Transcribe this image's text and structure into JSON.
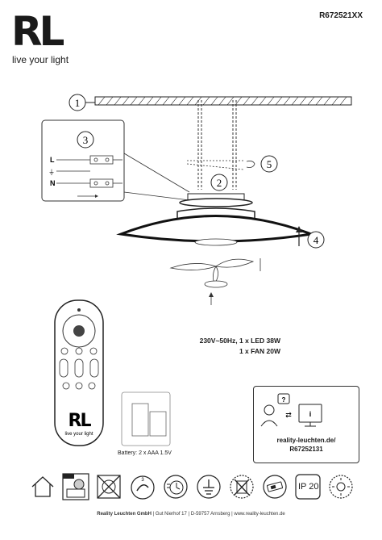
{
  "header": {
    "brand_logo": "RL",
    "tagline": "live your light",
    "model_number": "R672521XX"
  },
  "callouts": [
    "1",
    "2",
    "3",
    "4",
    "5"
  ],
  "wiring": {
    "labels": [
      "L",
      "N"
    ]
  },
  "specs": {
    "line1": "230V~50Hz, 1 x LED 38W",
    "line2": "1 x FAN 20W"
  },
  "remote": {
    "logo": "RL",
    "tagline": "live your light",
    "battery_text": "Battery: 2 x AAA 1.5V"
  },
  "website": {
    "url": "reality-leuchten.de/",
    "code": "R67252131"
  },
  "icons": [
    "indoor-house-icon",
    "mounting-surface-icon",
    "no-dimmer-icon",
    "rotation-speed-icon",
    "timer-icon",
    "earth-ground-icon",
    "no-household-waste-icon",
    "remote-control-battery-icon",
    "ip20-rating-icon",
    "light-color-icon"
  ],
  "ip_rating": "IP 20",
  "footer": {
    "company": "Reality Leuchten GmbH",
    "address": "Gut Nierhof 17",
    "city": "D-59757 Arnsberg",
    "web": "www.reality-leuchten.de",
    "separator": "|"
  }
}
